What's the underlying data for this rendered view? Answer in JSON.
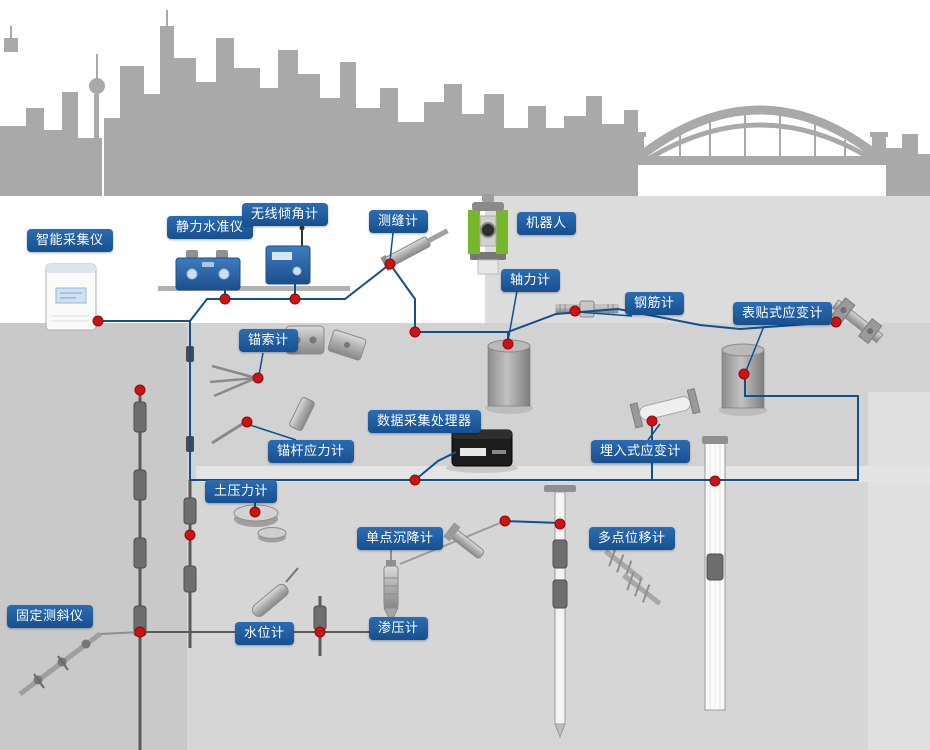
{
  "labels": {
    "smart_collector": "智能采集仪",
    "static_level": "静力水准仪",
    "wireless_inclinometer": "无线倾角计",
    "crack_gauge": "测缝计",
    "robot": "机器人",
    "axial_force_gauge": "轴力计",
    "rebar_gauge": "钢筋计",
    "surface_strain_gauge": "表贴式应变计",
    "anchor_cable_gauge": "锚索计",
    "anchor_rod_stress_gauge": "锚杆应力计",
    "data_acquisition_processor": "数据采集处理器",
    "embedded_strain_gauge": "埋入式应变计",
    "earth_pressure_gauge": "土压力计",
    "single_point_settlement_gauge": "单点沉降计",
    "multi_point_displacement_gauge": "多点位移计",
    "fixed_inclinometer": "固定测斜仪",
    "water_level_gauge": "水位计",
    "osmometer": "渗压计"
  },
  "colors": {
    "label_background": "#1b5ca6",
    "label_text": "#ffffff",
    "cable_line": "#10508e",
    "junction_dot": "#cc1212",
    "skyline_silhouette": "#a9a9a9",
    "ground_main": "#d2d2d2",
    "ground_bench": "#dcdcdc",
    "background": "#ffffff"
  }
}
